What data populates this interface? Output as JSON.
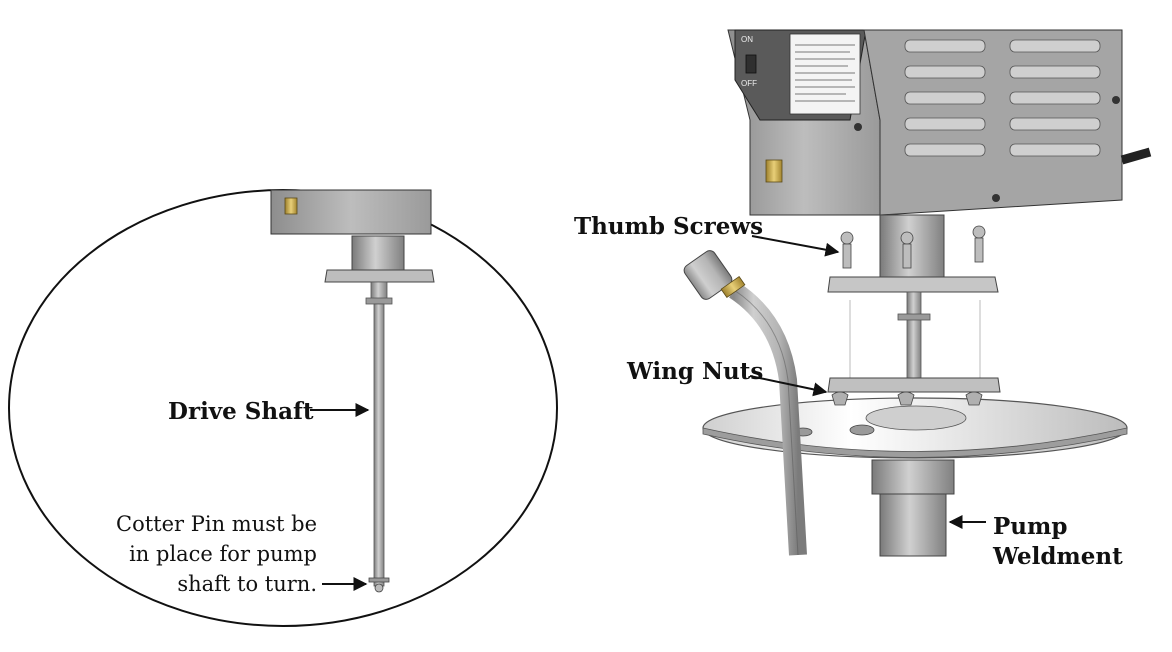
{
  "labels": {
    "drive_shaft": "Drive Shaft",
    "thumb_screws": "Thumb Screws",
    "wing_nuts": "Wing Nuts",
    "pump_weldment_line1": "Pump",
    "pump_weldment_line2": "Weldment"
  },
  "note": {
    "line1": "Cotter Pin must be",
    "line2": "in place for pump",
    "line3": "shaft to turn."
  },
  "control_panel": {
    "on_label": "ON",
    "off_label": "OFF"
  },
  "colors": {
    "metal_light": "#d9d9d9",
    "metal_mid": "#a8a8a8",
    "metal_dark": "#6e6e6e",
    "brass": "#c8a84a",
    "outline": "#111111"
  }
}
